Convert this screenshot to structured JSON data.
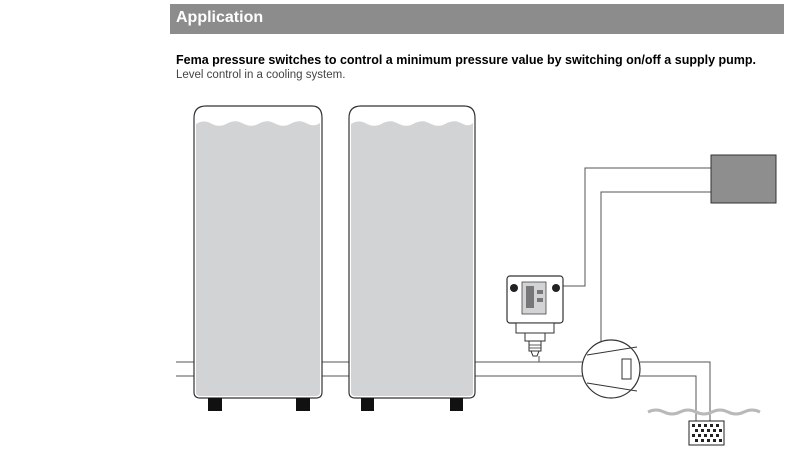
{
  "header": {
    "title": "Application"
  },
  "description": {
    "subtitle": "Fema pressure switches to control a minimum pressure value by switching on/off a supply pump.",
    "caption": "Level control in a cooling system."
  },
  "colors": {
    "header_bg": "#8c8c8c",
    "tank_fill": "#d2d3d5",
    "control_box_fill": "#8e8e8e",
    "outline": "#333333"
  },
  "icons": {
    "tank": "tank-icon",
    "pressure_switch": "pressure-switch-icon",
    "pump": "pump-icon",
    "control_box": "control-box-icon",
    "strainer": "strainer-icon"
  }
}
